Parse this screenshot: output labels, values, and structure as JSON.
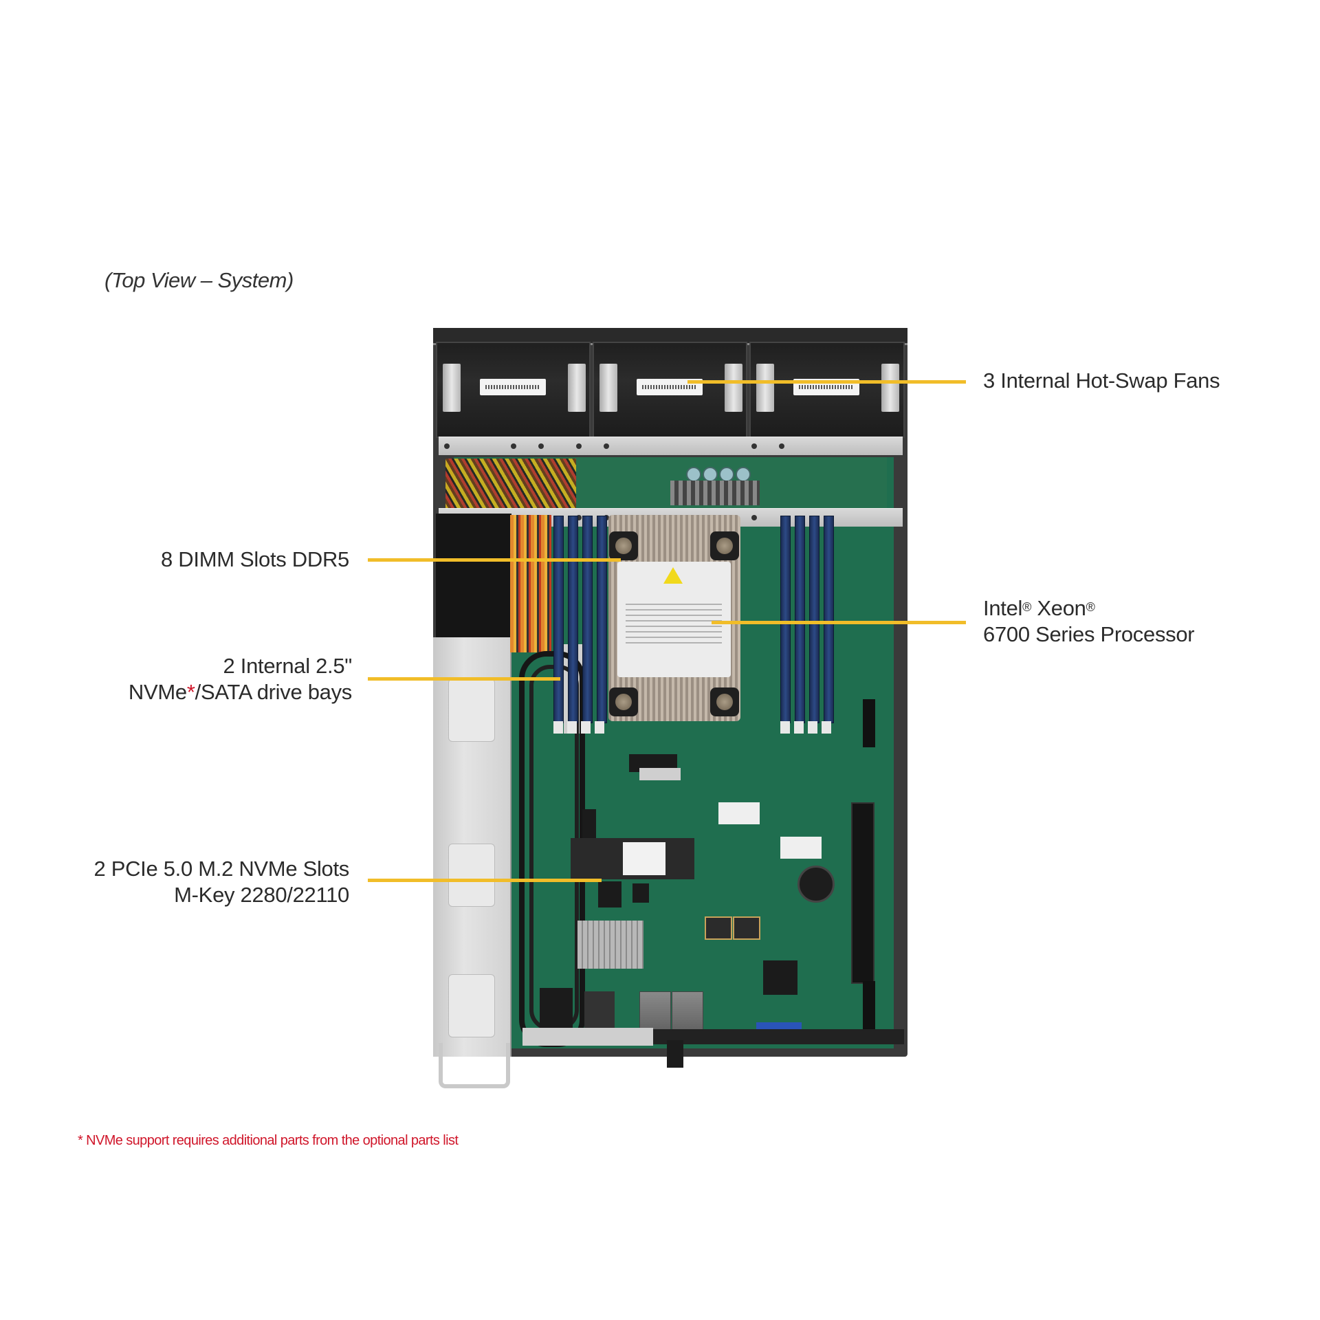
{
  "caption": "(Top View – System)",
  "callouts": {
    "fans": {
      "text": "3 Internal Hot-Swap Fans"
    },
    "dimm": {
      "text": "8 DIMM Slots DDR5"
    },
    "cpu": {
      "line1_a": "Intel",
      "line1_reg1": "®",
      "line1_b": " Xeon",
      "line1_reg2": "®",
      "line2": "6700 Series Processor"
    },
    "drives": {
      "line1": "2 Internal 2.5\"",
      "line2_a": "NVMe",
      "line2_asterisk": "*",
      "line2_b": "/SATA drive bays"
    },
    "m2": {
      "line1": "2 PCIe 5.0 M.2 NVMe Slots",
      "line2": "M-Key 2280/22110"
    }
  },
  "footnote": "* NVMe support requires additional parts from the optional parts list",
  "colors": {
    "callout_line": "#f1bd29",
    "footnote_red": "#d0162a",
    "text": "#2b2b2b",
    "pcb_green": "#1f6e4f",
    "dimm_blue": "#2d4a86"
  },
  "components": {
    "fan_count": 3,
    "dimm_slot_count": 8,
    "drive_bay_count": 2,
    "m2_slot_count": 2
  }
}
